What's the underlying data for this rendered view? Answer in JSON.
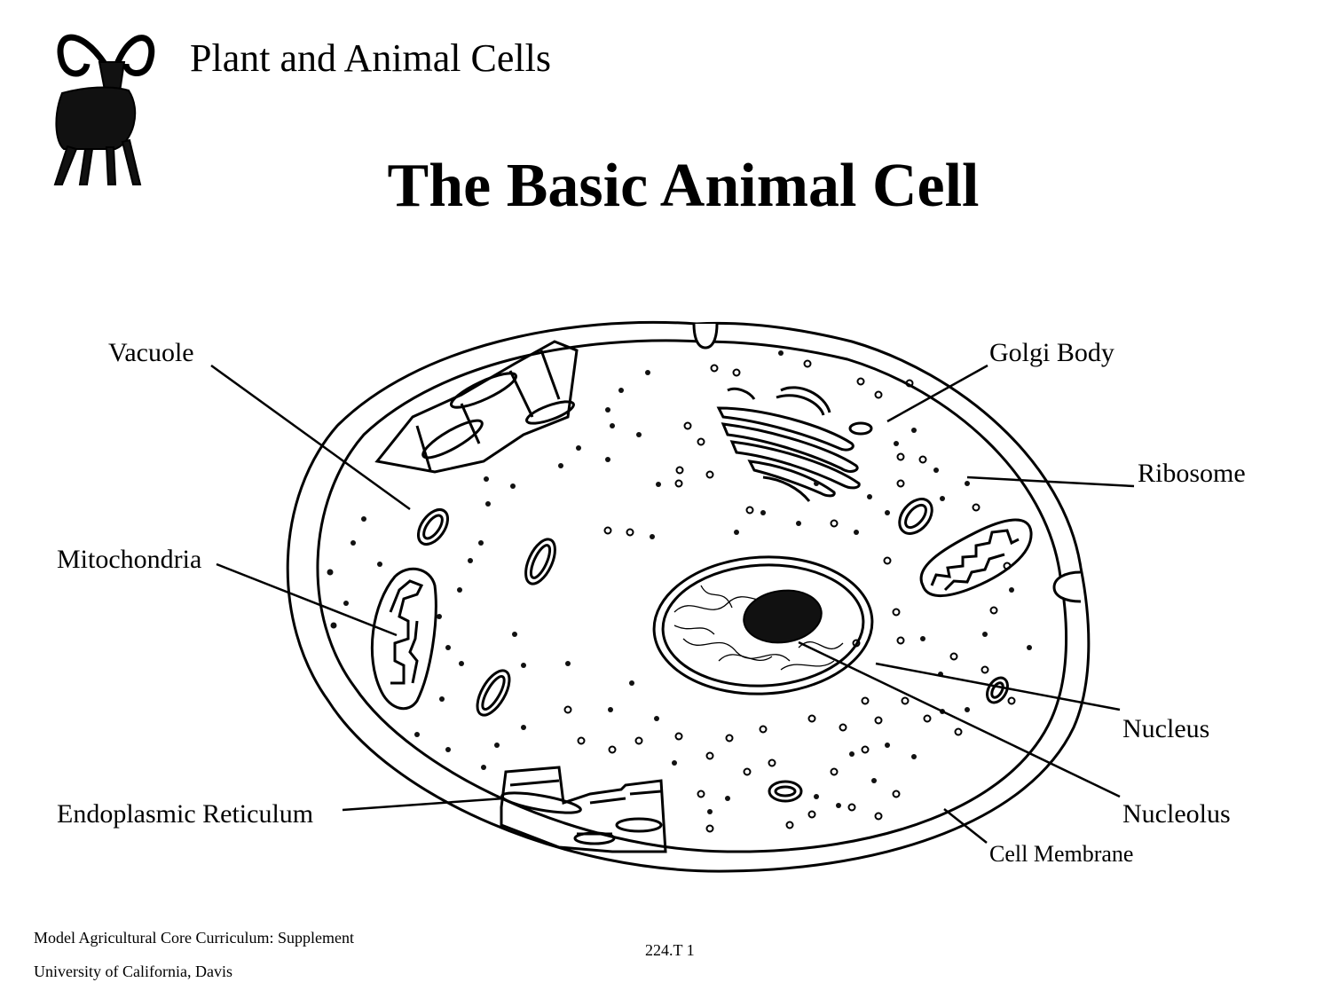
{
  "header": {
    "title": "Plant and Animal Cells",
    "logo_icon": "ram-icon"
  },
  "diagram": {
    "title": "The Basic Animal Cell",
    "labels": {
      "vacuole": "Vacuole",
      "mitochondria": "Mitochondria",
      "endoplasmic_reticulum": "Endoplasmic Reticulum",
      "golgi_body": "Golgi Body",
      "ribosome": "Ribosome",
      "nucleus": "Nucleus",
      "nucleolus": "Nucleolus",
      "cell_membrane": "Cell Membrane"
    }
  },
  "footer": {
    "line1": "Model Agricultural Core Curriculum:  Supplement",
    "line2": "University of California, Davis",
    "code": "224.T 1"
  }
}
